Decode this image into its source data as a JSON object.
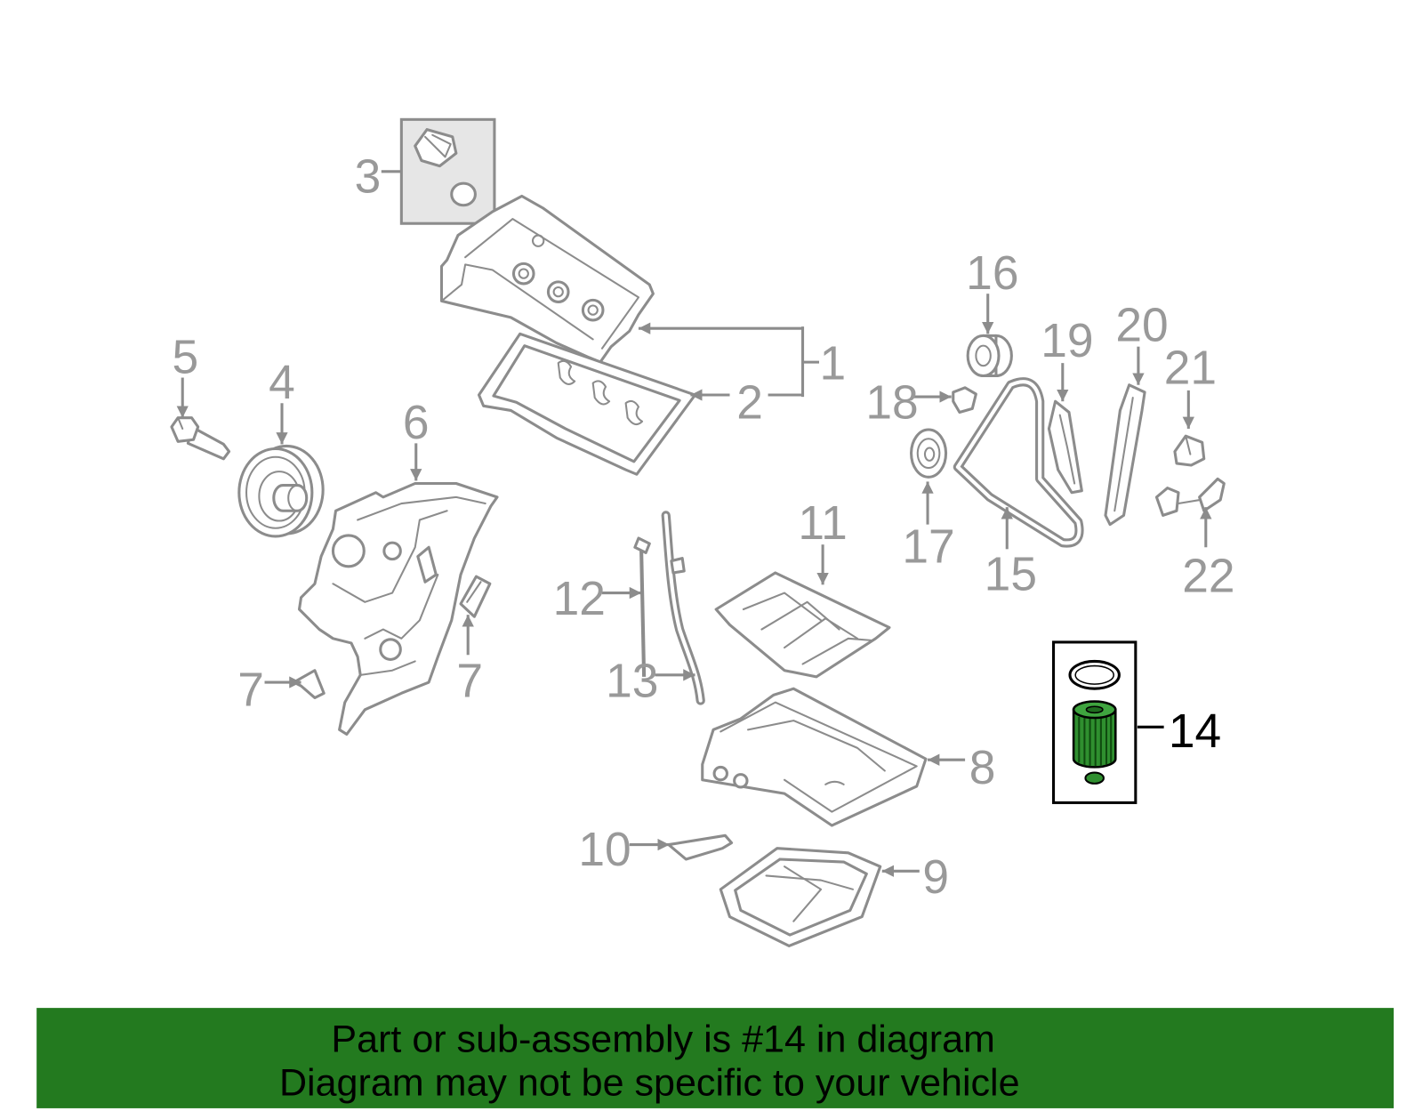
{
  "diagram": {
    "callouts": [
      "1",
      "2",
      "3",
      "4",
      "5",
      "6",
      "7",
      "7",
      "8",
      "9",
      "10",
      "11",
      "12",
      "13",
      "14",
      "15",
      "16",
      "17",
      "18",
      "19",
      "20",
      "21",
      "22"
    ]
  },
  "banner": {
    "line1": "Part or sub-assembly is #14 in diagram",
    "line2": "Diagram may not be specific to your vehicle"
  },
  "colors": {
    "banner": "#237a1f",
    "callout_text": "#999999",
    "highlight_text": "#000000",
    "part_outline": "#8c8c8c",
    "part_highlight": "#2f8f2f",
    "inset_background": "#e6e6e6"
  }
}
